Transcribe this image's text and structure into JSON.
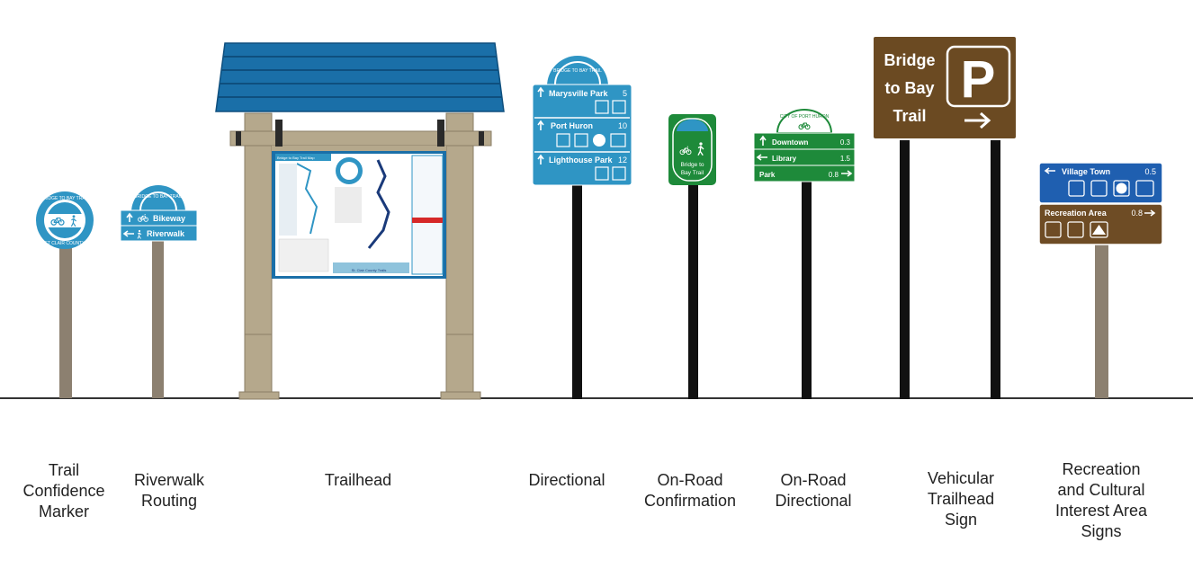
{
  "colors": {
    "trail_blue": "#2f95c4",
    "roof_blue": "#1a6fa8",
    "road_green": "#1e8a3a",
    "park_brown": "#6b4a22",
    "tourism_brown": "#6e4c25",
    "service_blue": "#1f5fb0",
    "post_tan": "#8c8070",
    "post_black": "#111111",
    "frame_tan": "#b5a88c"
  },
  "signs": {
    "confidence": {
      "arc_top": "BRIDGE TO BAY TRAIL",
      "arc_bottom": "ST CLAIR COUNTY",
      "icon": "bicycle-pedestrian-icon"
    },
    "riverwalk": {
      "arc_top": "BRIDGE TO BAY TRAIL",
      "rows": [
        {
          "arrow": "up-arrow-icon",
          "icon": "bicycle-icon",
          "label": "Bikeway"
        },
        {
          "arrow": "left-arrow-icon",
          "icon": "pedestrian-icon",
          "label": "Riverwalk"
        }
      ]
    },
    "trailhead": {
      "map_title": "Bridge to Bay Trail Map",
      "footer": "St. Clair County Trails"
    },
    "directional": {
      "arc_top": "BRIDGE TO BAY TRAIL",
      "rows": [
        {
          "arrow": "up-arrow-icon",
          "label": "Marysville Park",
          "distance": "5",
          "icons": [
            "cup-icon",
            "restroom-icon"
          ]
        },
        {
          "arrow": "up-arrow-icon",
          "label": "Port Huron",
          "distance": "10",
          "icons": [
            "cup-icon",
            "restroom-icon",
            "clock-icon",
            "bed-icon"
          ]
        },
        {
          "arrow": "up-arrow-icon",
          "label": "Lighthouse Park",
          "distance": "12",
          "icons": [
            "cup-icon",
            "restroom-icon"
          ]
        }
      ]
    },
    "onroad_confirmation": {
      "line1": "Bridge to",
      "line2": "Bay Trail"
    },
    "onroad_directional": {
      "arc_top": "CITY OF PORT HURON",
      "rows": [
        {
          "arrow": "up-arrow-icon",
          "label": "Downtown",
          "distance": "0.3"
        },
        {
          "arrow": "left-arrow-icon",
          "label": "Library",
          "distance": "1.5"
        },
        {
          "arrow": "right-arrow-icon",
          "label": "Park",
          "distance": "0.8"
        }
      ]
    },
    "vehicular": {
      "line1": "Bridge",
      "line2": "to Bay",
      "line3": "Trail",
      "symbol": "P"
    },
    "recreation": {
      "top": {
        "arrow": "left-arrow-icon",
        "label": "Village Town",
        "distance": "0.5",
        "icons": [
          "cup-icon",
          "restroom-icon",
          "globe-icon",
          "bed-icon"
        ]
      },
      "bottom": {
        "label": "Recreation Area",
        "distance": "0.8",
        "arrow": "right-arrow-icon",
        "icons": [
          "cup-icon",
          "restroom-icon",
          "tent-icon"
        ]
      }
    }
  },
  "captions": [
    "Trail\nConfidence\nMarker",
    "Riverwalk\nRouting",
    "Trailhead",
    "Directional",
    "On-Road\nConfirmation",
    "On-Road\nDirectional",
    "Vehicular\nTrailhead\nSign",
    "Recreation\nand Cultural\nInterest Area\nSigns"
  ]
}
